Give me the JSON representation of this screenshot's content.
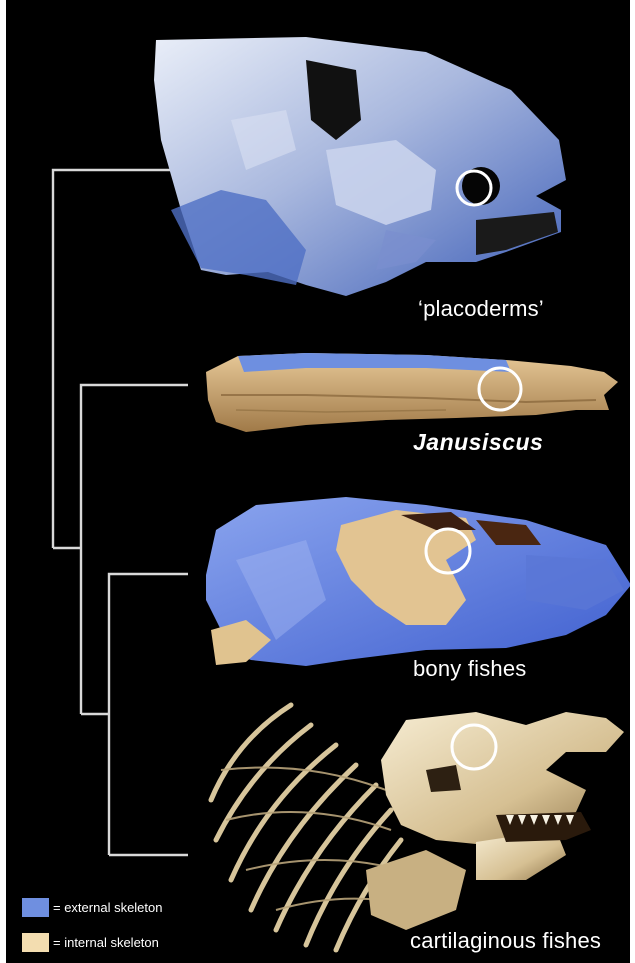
{
  "taxa": {
    "placoderms": "‘placoderms’",
    "janusiscus": "Janusiscus",
    "bony": "bony fishes",
    "cartilaginous": "cartilaginous fishes"
  },
  "legend": {
    "external": "= external skeleton",
    "internal": "= internal skeleton"
  },
  "colors": {
    "background": "#000000",
    "tree_lines": "#d9d9d9",
    "external_skeleton": "#6f8fe0",
    "internal_skeleton": "#f3ddb0"
  }
}
